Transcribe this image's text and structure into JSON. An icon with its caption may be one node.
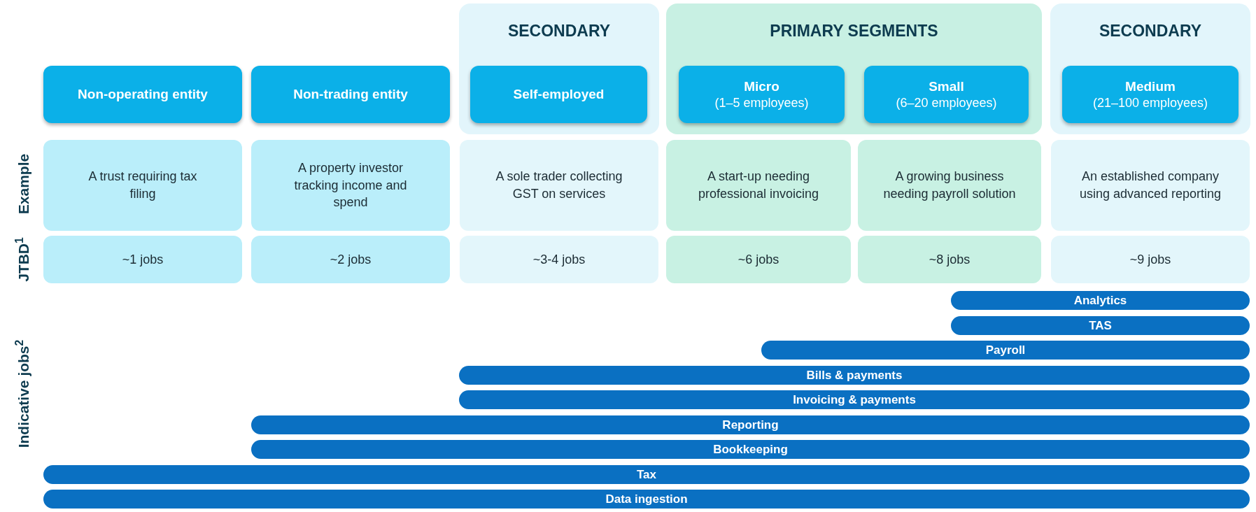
{
  "diagram": {
    "nodes": [
      {
        "text": [
          "SECONDARY"
        ]
      },
      {
        "text": [
          "PRIMARY SEGMENTS"
        ]
      },
      {
        "text": [
          "SECONDARY"
        ]
      },
      {
        "text": [
          "Non-operating entity"
        ]
      },
      {
        "text": [
          "Non-trading entity"
        ]
      },
      {
        "text": [
          "Self-employed"
        ],
        "in": 0
      },
      {
        "text": [
          "Micro",
          "(1–5 employees)"
        ],
        "in": 1
      },
      {
        "text": [
          "Small",
          "(6–20 employees)"
        ],
        "in": 1
      },
      {
        "text": [
          "Medium",
          "(21–100 employees)"
        ],
        "in": 2
      },
      {
        "text": [
          "A trust requiring tax filing"
        ]
      },
      {
        "text": [
          "A property investor tracking income and spend"
        ]
      },
      {
        "text": [
          "A sole trader collecting GST on services"
        ]
      },
      {
        "text": [
          "A start-up needing professional invoicing"
        ]
      },
      {
        "text": [
          "A growing business needing payroll solution"
        ]
      },
      {
        "text": [
          "An established company using advanced reporting"
        ]
      },
      {
        "text": [
          "~1 jobs"
        ]
      },
      {
        "text": [
          "~2 jobs"
        ]
      },
      {
        "text": [
          "~3-4 jobs"
        ]
      },
      {
        "text": [
          "~6 jobs"
        ]
      },
      {
        "text": [
          "~8 jobs"
        ]
      },
      {
        "text": [
          "~9 jobs"
        ]
      },
      {
        "text": [
          "Analytics"
        ]
      },
      {
        "text": [
          "TAS"
        ]
      },
      {
        "text": [
          "Payroll"
        ]
      },
      {
        "text": [
          "Bills & payments"
        ]
      },
      {
        "text": [
          "Invoicing & payments"
        ]
      },
      {
        "text": [
          "Reporting"
        ]
      },
      {
        "text": [
          "Bookkeeping"
        ]
      },
      {
        "text": [
          "Tax"
        ]
      },
      {
        "text": [
          "Data ingestion"
        ]
      }
    ],
    "labels": [
      "Example",
      "JTBD$^{1}$",
      "Indicative jobs$^{2}$"
    ]
  }
}
